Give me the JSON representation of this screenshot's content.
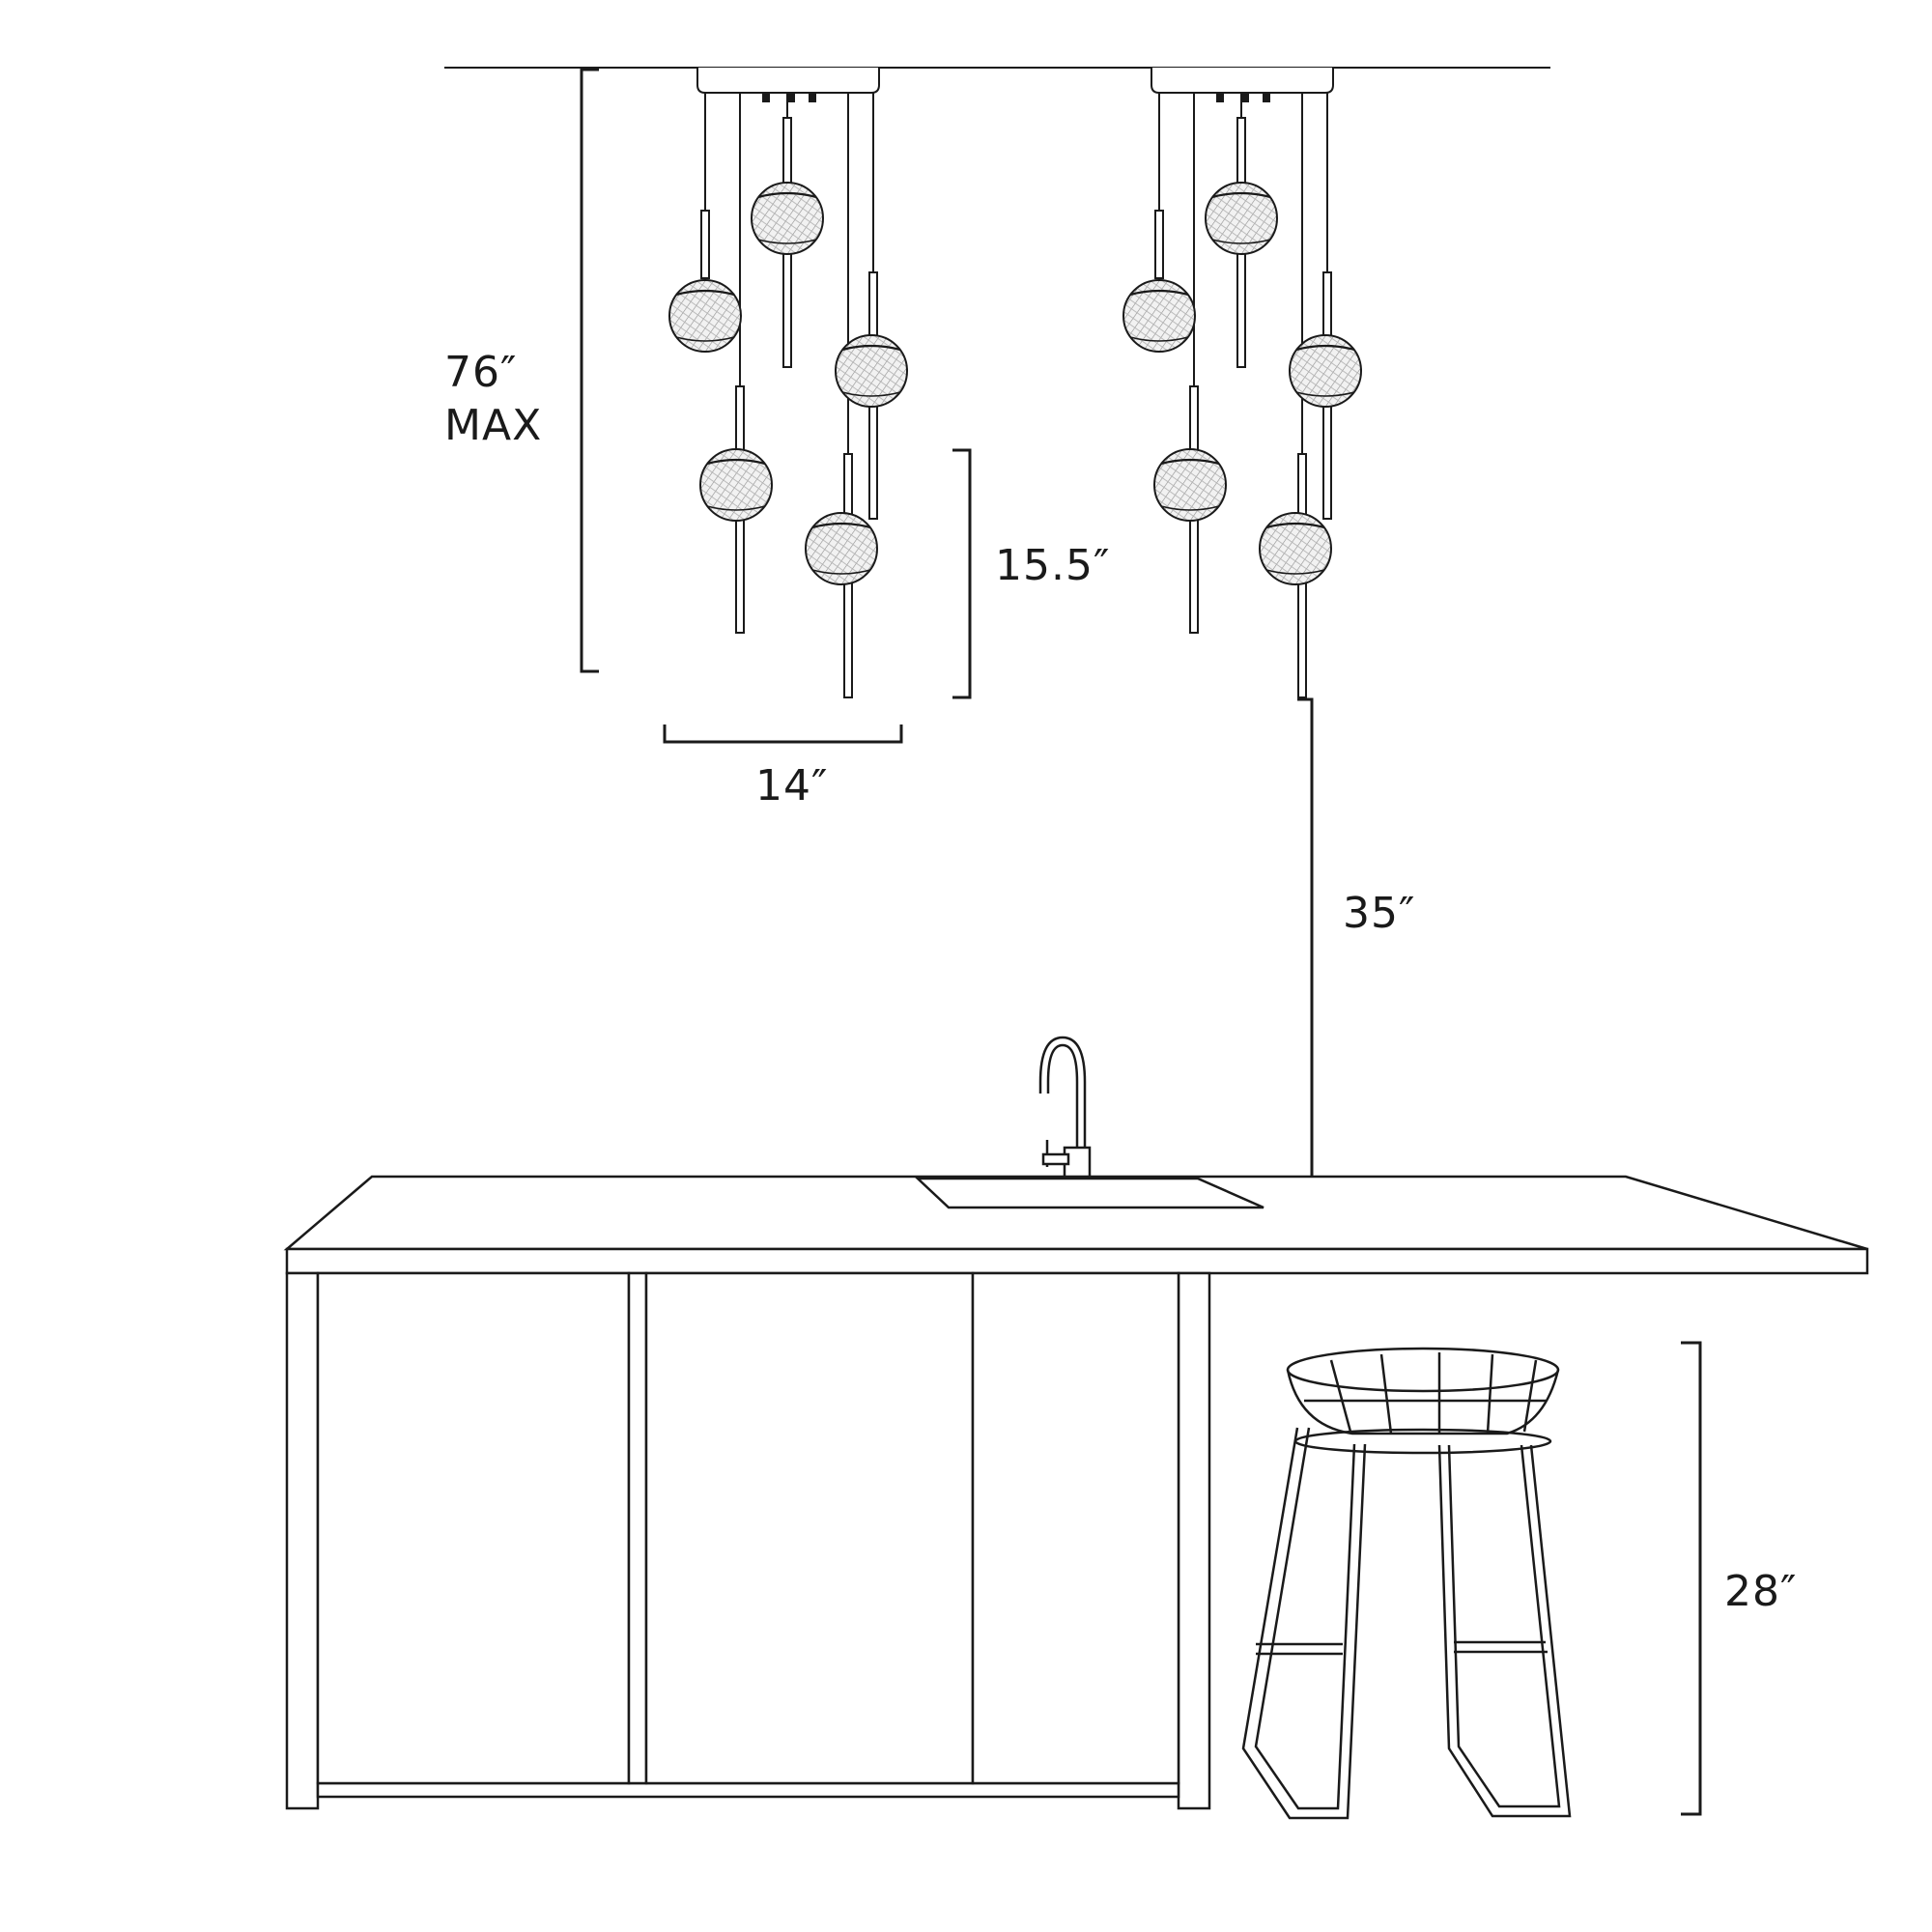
{
  "dimensions": {
    "overall_height": "76″",
    "overall_height_note": "MAX",
    "cluster_height": "15.5″",
    "cluster_width": "14″",
    "counter_clearance": "35″",
    "stool_height": "28″"
  },
  "colors": {
    "line": "#1a1a1a",
    "shade_fill": "#f4f4f4",
    "shade_texture": "#9a9a9a"
  }
}
